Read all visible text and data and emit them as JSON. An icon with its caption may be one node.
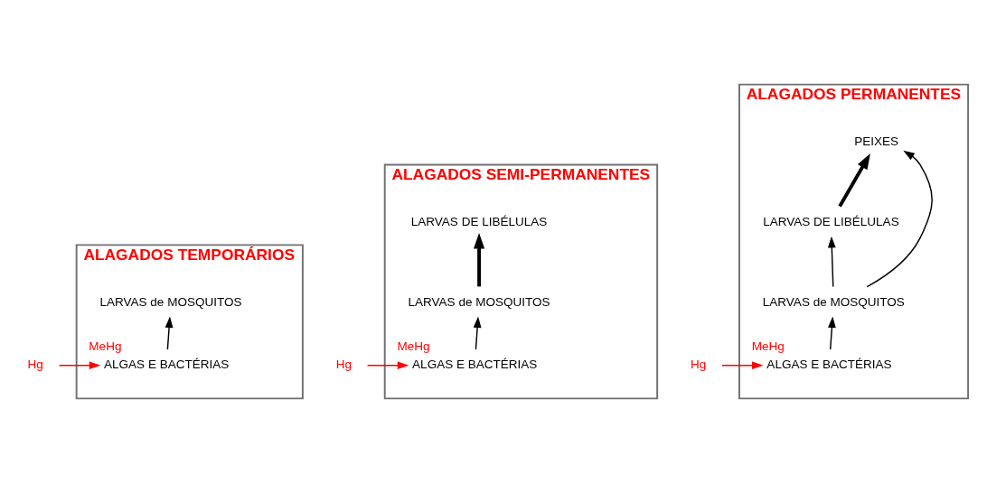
{
  "diagram": {
    "nodes": [
      {
        "text": [
          "ALAGADOS TEMPORÁRIOS"
        ]
      },
      {
        "text": [
          "Hg"
        ]
      },
      {
        "text": [
          "ALGAS E BACTÉRIAS"
        ],
        "in": 0
      },
      {
        "text": [
          "LARVAS de MOSQUITOS"
        ],
        "in": 0
      },
      {
        "text": [
          "ALAGADOS SEMI-PERMANENTES"
        ]
      },
      {
        "text": [
          "Hg"
        ]
      },
      {
        "text": [
          "ALGAS E BACTÉRIAS"
        ],
        "in": 4
      },
      {
        "text": [
          "LARVAS de MOSQUITOS"
        ],
        "in": 4
      },
      {
        "text": [
          "LARVAS DE LIBÉLULAS"
        ],
        "in": 4
      },
      {
        "text": [
          "ALAGADOS PERMANENTES"
        ]
      },
      {
        "text": [
          "Hg"
        ]
      },
      {
        "text": [
          "ALGAS E BACTÉRIAS"
        ],
        "in": 9
      },
      {
        "text": [
          "LARVAS de MOSQUITOS"
        ],
        "in": 9
      },
      {
        "text": [
          "LARVAS DE LIBÉLULAS"
        ],
        "in": 9
      },
      {
        "text": [
          "PEIXES"
        ],
        "in": 9
      }
    ],
    "edges": [
      {
        "from": 1,
        "to": 2,
        "arrow": "to",
        "label": "MeHg",
        "color": "#ff0000"
      },
      {
        "from": 2,
        "to": 3,
        "arrow": "to"
      },
      {
        "from": 5,
        "to": 6,
        "arrow": "to",
        "label": "MeHg",
        "color": "#ff0000"
      },
      {
        "from": 6,
        "to": 7,
        "arrow": "to"
      },
      {
        "from": 7,
        "to": 8,
        "arrow": "to",
        "style": "thick"
      },
      {
        "from": 10,
        "to": 11,
        "arrow": "to",
        "label": "MeHg",
        "color": "#ff0000"
      },
      {
        "from": 11,
        "to": 12,
        "arrow": "to"
      },
      {
        "from": 12,
        "to": 13,
        "arrow": "to"
      },
      {
        "from": 13,
        "to": 14,
        "arrow": "to",
        "style": "thick"
      },
      {
        "from": 12,
        "to": 14,
        "arrow": "to"
      }
    ]
  }
}
